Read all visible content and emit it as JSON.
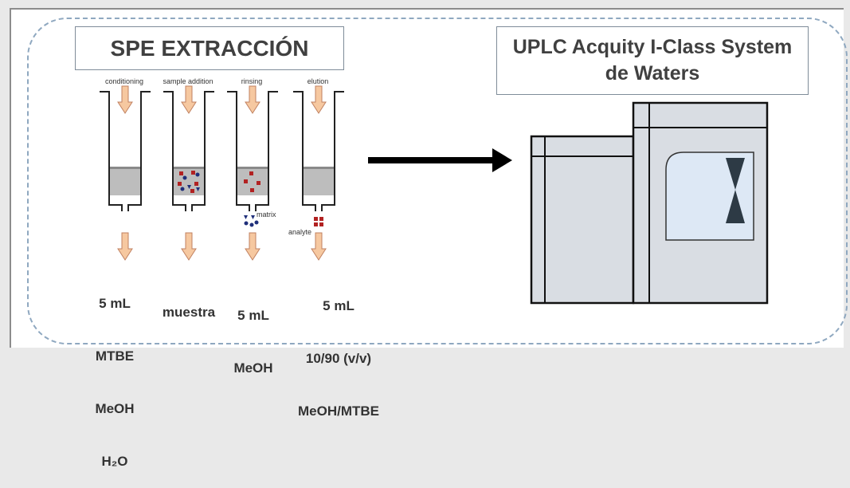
{
  "spe_title": "SPE EXTRACCIÓN",
  "uplc_title": "UPLC Acquity I-Class System\nde Waters",
  "steps": [
    {
      "label": "conditioning",
      "dose": [
        "5 mL",
        "MTBE",
        "MeOH",
        "H₂O"
      ]
    },
    {
      "label": "sample addition",
      "dose": [
        "muestra"
      ]
    },
    {
      "label": "rinsing",
      "dose": [
        "5 mL",
        "MeOH"
      ]
    },
    {
      "label": "elution",
      "dose": [
        "5 mL",
        "10/90 (v/v)",
        "MeOH/MTBE"
      ]
    }
  ],
  "matrix_label": "matrix",
  "analyte_label": "analyte",
  "colors": {
    "arrow_fill": "#f6c8a0",
    "arrow_stroke": "#c08060",
    "sorbent": "#bdbdbd",
    "analyte": "#b22222",
    "matrix_blue": "#1f2f7a",
    "instrument": "#d9dde3",
    "window": "#dde8f5"
  },
  "icons": [
    "down-arrow-icon",
    "right-arrow-icon",
    "valve-icon"
  ]
}
